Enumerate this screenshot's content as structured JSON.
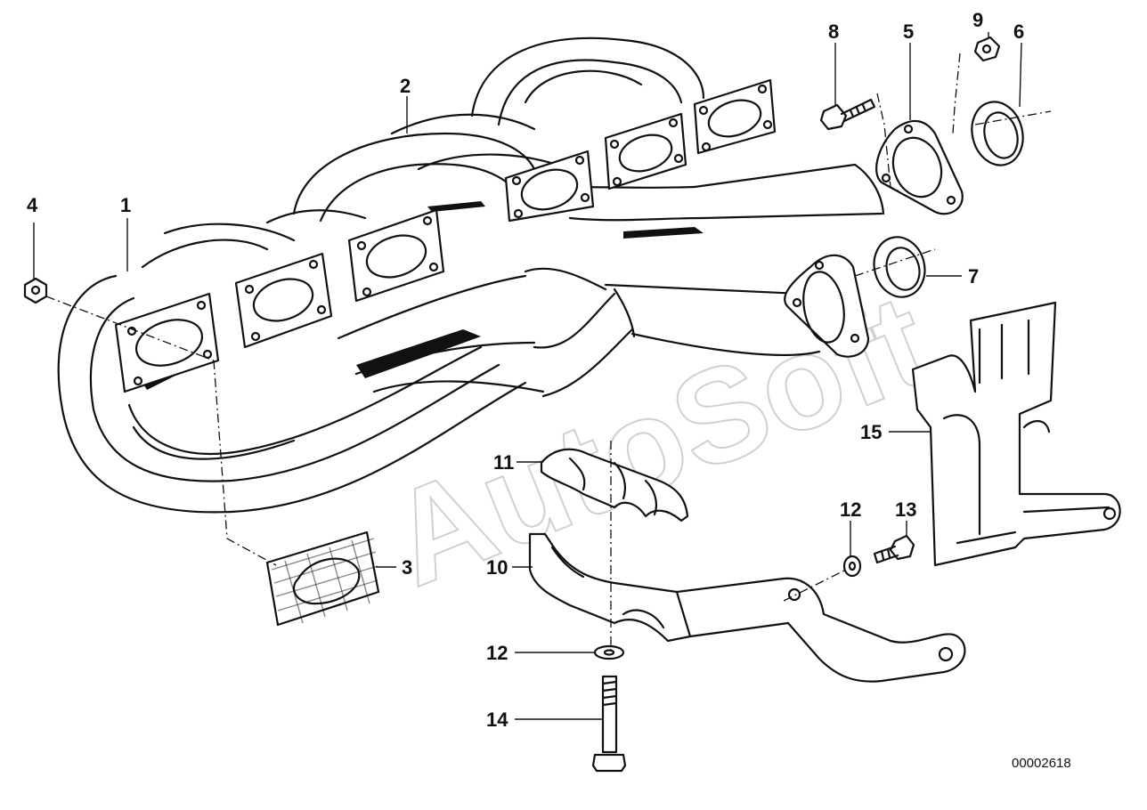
{
  "diagram": {
    "watermark": "AutoSoft",
    "document_number": "00002618",
    "callouts": [
      {
        "id": "c1",
        "text": "1"
      },
      {
        "id": "c2",
        "text": "2"
      },
      {
        "id": "c3",
        "text": "3"
      },
      {
        "id": "c4",
        "text": "4"
      },
      {
        "id": "c5",
        "text": "5"
      },
      {
        "id": "c6",
        "text": "6"
      },
      {
        "id": "c7",
        "text": "7"
      },
      {
        "id": "c8",
        "text": "8"
      },
      {
        "id": "c9",
        "text": "9"
      },
      {
        "id": "c10",
        "text": "10"
      },
      {
        "id": "c11",
        "text": "11"
      },
      {
        "id": "c12a",
        "text": "12"
      },
      {
        "id": "c12b",
        "text": "12"
      },
      {
        "id": "c13",
        "text": "13"
      },
      {
        "id": "c14",
        "text": "14"
      },
      {
        "id": "c15",
        "text": "15"
      }
    ]
  }
}
